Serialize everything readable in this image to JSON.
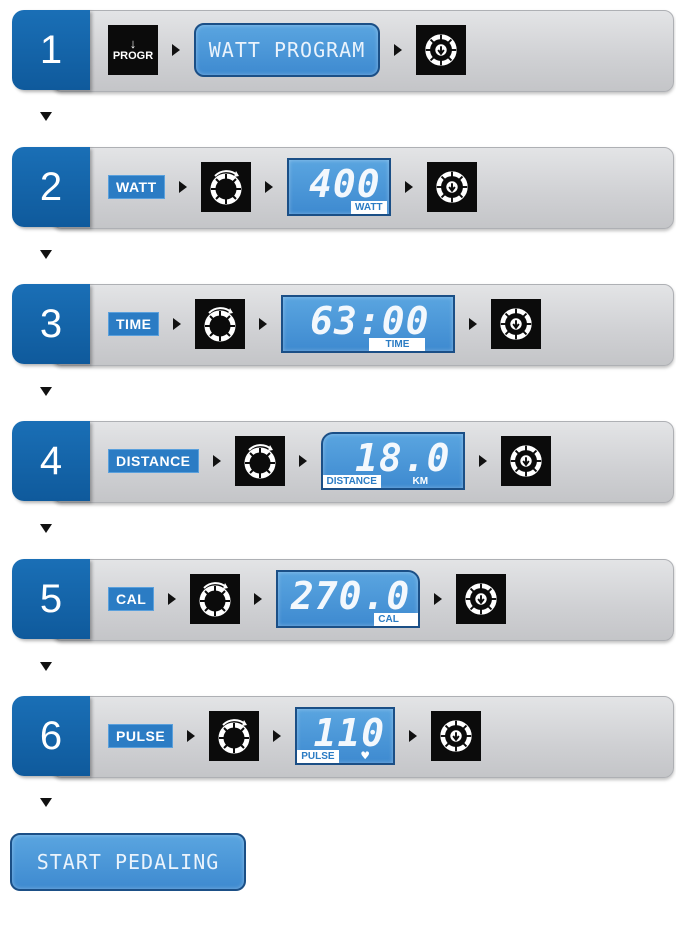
{
  "steps": [
    {
      "number": "1",
      "button": "PROGR",
      "display": "WATT PROGRAM"
    },
    {
      "number": "2",
      "label": "WATT",
      "value": "400",
      "unit": "WATT"
    },
    {
      "number": "3",
      "label": "TIME",
      "value": "63:00",
      "unit": "TIME"
    },
    {
      "number": "4",
      "label": "DISTANCE",
      "value": "18.0",
      "unit": "DISTANCE",
      "unit2": "KM"
    },
    {
      "number": "5",
      "label": "CAL",
      "value": "270.0",
      "unit": "CAL"
    },
    {
      "number": "6",
      "label": "PULSE",
      "value": "110",
      "unit": "PULSE",
      "heart": "♥"
    }
  ],
  "progr_arrow": "↓",
  "final": "START PEDALING",
  "icons": {
    "dial": "rotary-dial-icon",
    "confirm": "confirm-button-icon",
    "arrow": "flow-arrow-icon"
  },
  "colors": {
    "accent": "#1a6fb6",
    "lcd": "#4a96d8",
    "panel": "#d0d1d4"
  }
}
